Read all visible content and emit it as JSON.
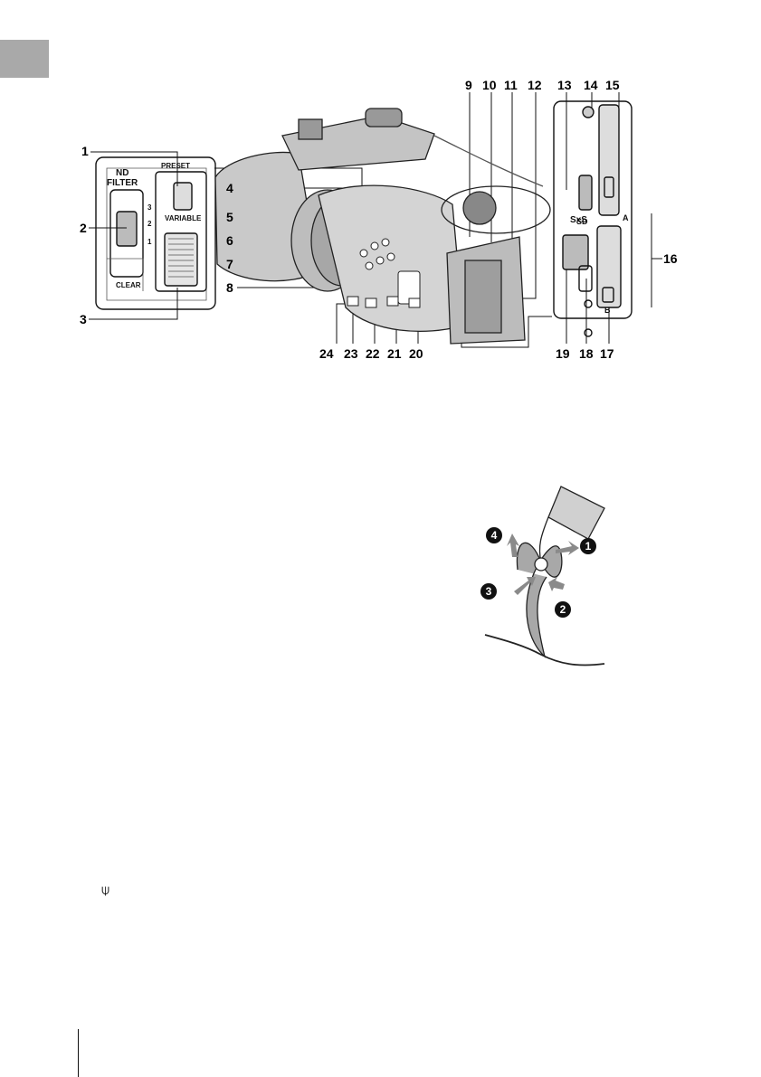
{
  "callouts": {
    "c1": "1",
    "c2": "2",
    "c3": "3",
    "c4": "4",
    "c5": "5",
    "c6": "6",
    "c7": "7",
    "c8": "8",
    "c9": "9",
    "c10": "10",
    "c11": "11",
    "c12": "12",
    "c13": "13",
    "c14": "14",
    "c15": "15",
    "c16": "16",
    "c17": "17",
    "c18": "18",
    "c19": "19",
    "c20": "20",
    "c21": "21",
    "c22": "22",
    "c23": "23",
    "c24": "24"
  },
  "inset_left": {
    "nd": "ND",
    "filter": "FILTER",
    "preset": "PRESET",
    "variable": "VARIABLE",
    "clear": "CLEAR",
    "pos3": "3",
    "pos2": "2",
    "pos1": "1"
  },
  "inset_right": {
    "sd": "SD",
    "sxs": "SxS",
    "slot_a": "A",
    "slot_b": "B"
  },
  "strap_steps": {
    "s1": "1",
    "s2": "2",
    "s3": "3",
    "s4": "4"
  },
  "usb_symbol": "⍦"
}
